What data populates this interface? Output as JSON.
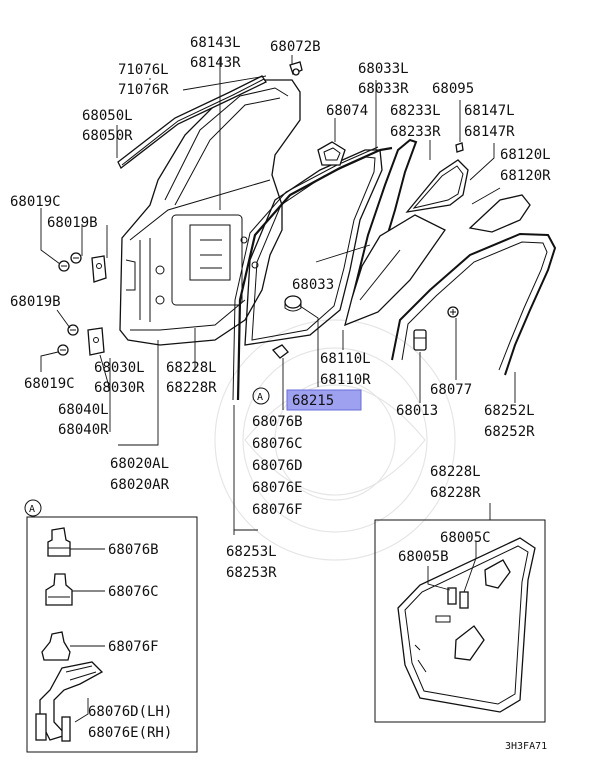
{
  "diagram": {
    "footer_code": "3H3FA71",
    "highlighted_part": "68215",
    "detail_marker": "A",
    "labels": {
      "p68143L": "68143L",
      "p68143R": "68143R",
      "p68072B": "68072B",
      "p71076L": "71076L",
      "p71076R": "71076R",
      "p68050L": "68050L",
      "p68050R": "68050R",
      "p68019C_top": "68019C",
      "p68019B_top": "68019B",
      "p68019B_mid": "68019B",
      "p68019C_bot": "68019C",
      "p68030L": "68030L",
      "p68030R": "68030R",
      "p68040L": "68040L",
      "p68040R": "68040R",
      "p68020AL": "68020AL",
      "p68020AR": "68020AR",
      "p68228L_a": "68228L",
      "p68228R_a": "68228R",
      "p68033L": "68033L",
      "p68033R": "68033R",
      "p68095": "68095",
      "p68074": "68074",
      "p68233L": "68233L",
      "p68233R": "68233R",
      "p68147L": "68147L",
      "p68147R": "68147R",
      "p68120L": "68120L",
      "p68120R": "68120R",
      "p68033": "68033",
      "p68110L": "68110L",
      "p68110R": "68110R",
      "p68215": "68215",
      "p68077": "68077",
      "p68013": "68013",
      "p68252L": "68252L",
      "p68252R": "68252R",
      "p68076B": "68076B",
      "p68076C": "68076C",
      "p68076D": "68076D",
      "p68076E": "68076E",
      "p68076F": "68076F",
      "p68253L": "68253L",
      "p68253R": "68253R",
      "p68228L_b": "68228L",
      "p68228R_b": "68228R",
      "p68005C": "68005C",
      "p68005B": "68005B",
      "boxA_68076B": "68076B",
      "boxA_68076C": "68076C",
      "boxA_68076F": "68076F",
      "boxA_68076D": "68076D(LH)",
      "boxA_68076E": "68076E(RH)"
    }
  }
}
